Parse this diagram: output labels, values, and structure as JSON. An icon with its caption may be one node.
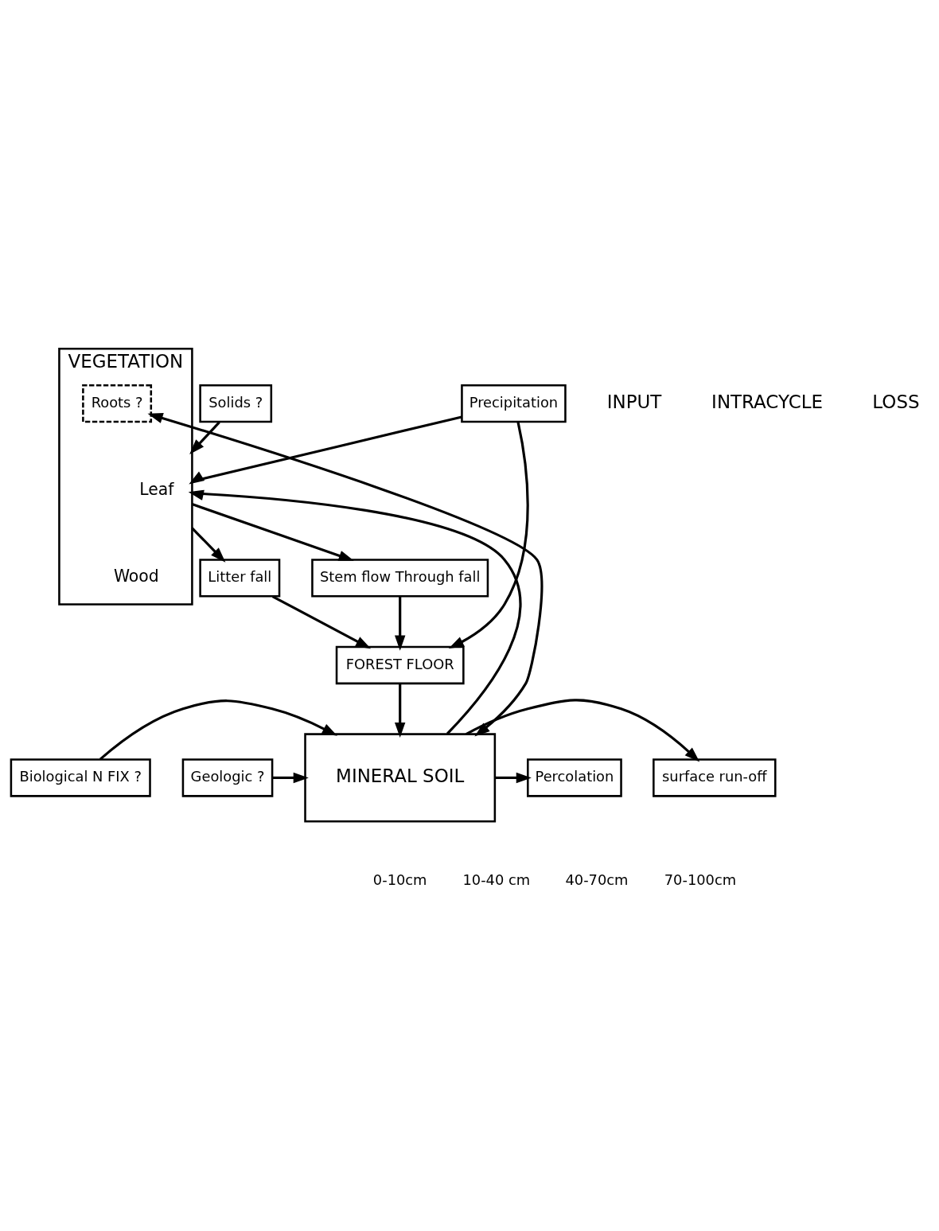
{
  "diagram": {
    "nodes": [
      {
        "text": [
          "VEGETATION"
        ]
      },
      {
        "text": [
          "Roots ?"
        ],
        "in": 0
      },
      {
        "text": [
          "Precipitation"
        ]
      },
      {
        "text": [
          "Solids ?"
        ]
      },
      {
        "text": [
          "Litter fall"
        ]
      },
      {
        "text": [
          "Stem flow Through fall"
        ]
      },
      {
        "text": [
          "FOREST FLOOR"
        ]
      },
      {
        "text": [
          "MINERAL SOIL"
        ]
      },
      {
        "text": [
          "Biological N FIX ?"
        ]
      },
      {
        "text": [
          "Geologic ?"
        ]
      },
      {
        "text": [
          "surface run-off"
        ]
      },
      {
        "text": [
          "Percolation"
        ]
      }
    ],
    "edges": [
      {
        "from": 2,
        "to": 0,
        "arrow": "to"
      },
      {
        "from": 3,
        "to": 0,
        "arrow": "to"
      },
      {
        "from": 2,
        "to": 6,
        "arrow": "to"
      },
      {
        "from": 0,
        "to": 4,
        "arrow": "to"
      },
      {
        "from": 0,
        "to": 5,
        "arrow": "to"
      },
      {
        "from": 4,
        "to": 6,
        "arrow": "to"
      },
      {
        "from": 5,
        "to": 6,
        "arrow": "to"
      },
      {
        "from": 6,
        "to": 7,
        "arrow": "to"
      },
      {
        "from": 7,
        "to": 1,
        "arrow": "both"
      },
      {
        "from": 7,
        "to": 0,
        "arrow": "to"
      },
      {
        "from": 8,
        "to": 7,
        "arrow": "to"
      },
      {
        "from": 9,
        "to": 7,
        "arrow": "to"
      },
      {
        "from": 7,
        "to": 10,
        "arrow": "to"
      },
      {
        "from": 7,
        "to": 11,
        "arrow": "to"
      }
    ],
    "labels": [
      "INPUT",
      "INTRACYCLE",
      "LOSS",
      "Leaf",
      "Wood",
      "0-10cm",
      "10-40 cm",
      "40-70cm",
      "70-100cm"
    ]
  }
}
